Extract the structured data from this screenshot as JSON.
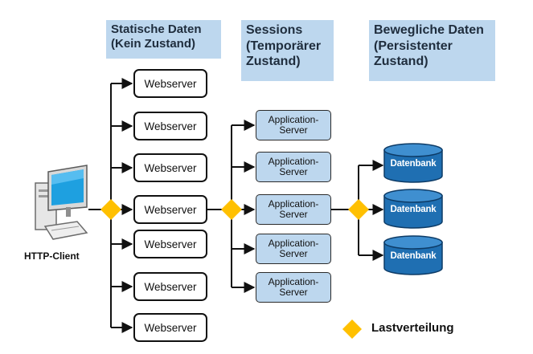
{
  "headers": {
    "static": [
      "Statische Daten",
      "(Kein Zustand)"
    ],
    "sessions": [
      "Sessions",
      "(Temporärer",
      "Zustand)"
    ],
    "moving": [
      "Bewegliche Daten",
      "(Persistenter",
      "Zustand)"
    ]
  },
  "client": {
    "label": "HTTP-Client"
  },
  "webservers": [
    "Webserver",
    "Webserver",
    "Webserver",
    "Webserver",
    "Webserver",
    "Webserver",
    "Webserver"
  ],
  "app_servers": [
    [
      "Application-",
      "Server"
    ],
    [
      "Application-",
      "Server"
    ],
    [
      "Application-",
      "Server"
    ],
    [
      "Application-",
      "Server"
    ],
    [
      "Application-",
      "Server"
    ]
  ],
  "databases": [
    "Datenbank",
    "Datenbank",
    "Datenbank"
  ],
  "legend": {
    "label": "Lastverteilung"
  },
  "colors": {
    "header_bg": "#bdd7ee",
    "app_server_bg": "#bdd7ee",
    "database": "#1f6fb2",
    "load_balancer": "#ffc000"
  }
}
